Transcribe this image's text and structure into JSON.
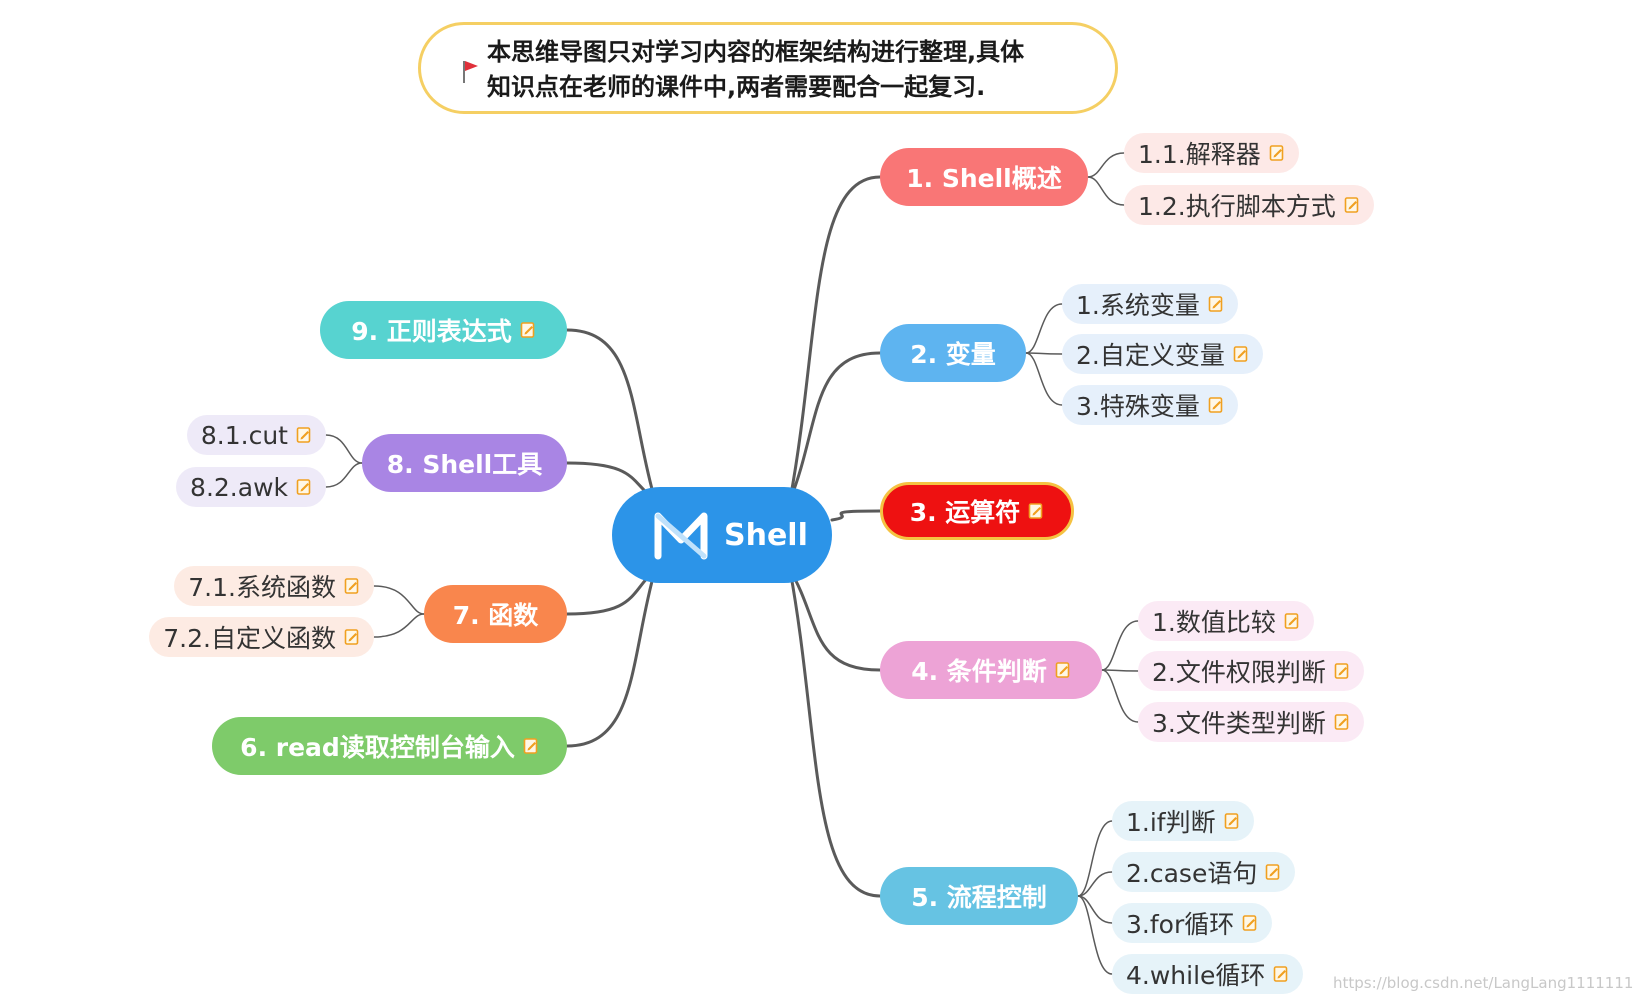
{
  "banner": {
    "line1": "本思维导图只对学习内容的框架结构进行整理,具体",
    "line2": "知识点在老师的课件中,两者需要配合一起复习."
  },
  "center": {
    "label": "Shell",
    "icon": "shell-logo-icon"
  },
  "topics": {
    "t1": {
      "label": "1. Shell概述",
      "color": "#f97676",
      "children": [
        "1.1.解释器",
        "1.2.执行脚本方式"
      ],
      "child_bg": "#fde9e7"
    },
    "t2": {
      "label": "2. 变量",
      "color": "#5eb4f0",
      "children": [
        "1.系统变量",
        "2.自定义变量",
        "3.特殊变量"
      ],
      "child_bg": "#e6f0fb"
    },
    "t3": {
      "label": "3. 运算符",
      "color": "#ee1111",
      "border": "#f5c242"
    },
    "t4": {
      "label": "4. 条件判断",
      "color": "#eda3d6",
      "children": [
        "1.数值比较",
        "2.文件权限判断",
        "3.文件类型判断"
      ],
      "child_bg": "#fbeaf5"
    },
    "t5": {
      "label": "5. 流程控制",
      "color": "#66c3e3",
      "children": [
        "1.if判断",
        "2.case语句",
        "3.for循环",
        "4.while循环"
      ],
      "child_bg": "#e6f3f9"
    },
    "t6": {
      "label": "6. read读取控制台输入",
      "color": "#7ecb6a"
    },
    "t7": {
      "label": "7. 函数",
      "color": "#f9864d",
      "children": [
        "7.1.系统函数",
        "7.2.自定义函数"
      ],
      "child_bg": "#fdebe3"
    },
    "t8": {
      "label": "8. Shell工具",
      "color": "#a985e4",
      "children": [
        "8.1.cut",
        "8.2.awk"
      ],
      "child_bg": "#eeeaf8"
    },
    "t9": {
      "label": "9. 正则表达式",
      "color": "#57d3d0"
    }
  },
  "watermark": "https://blog.csdn.net/LangLang1111111",
  "colors": {
    "branch_line": "#5a5a5a",
    "note_icon": "#f0a020",
    "banner_border": "#f5cf63",
    "flag": "#e0303a"
  }
}
